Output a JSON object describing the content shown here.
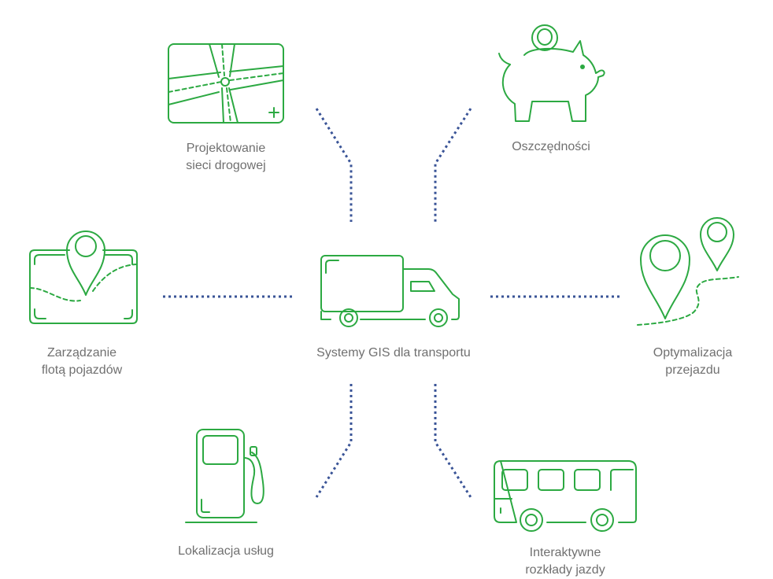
{
  "colors": {
    "accent": "#2ca942",
    "connector": "#3a5497",
    "text": "#707070"
  },
  "center": {
    "label": "Systemy GIS dla transportu",
    "icon": "truck-icon"
  },
  "nodes": [
    {
      "id": "road-network",
      "line1": "Projektowanie",
      "line2": "sieci drogowej",
      "icon": "road-map-icon"
    },
    {
      "id": "savings",
      "line1": "Oszczędności",
      "line2": "",
      "icon": "piggy-bank-icon"
    },
    {
      "id": "fleet",
      "line1": "Zarządzanie",
      "line2": "flotą pojazdów",
      "icon": "map-pin-icon"
    },
    {
      "id": "route",
      "line1": "Optymalizacja",
      "line2": "przejazdu",
      "icon": "route-pins-icon"
    },
    {
      "id": "services",
      "line1": "Lokalizacja usług",
      "line2": "",
      "icon": "fuel-pump-icon"
    },
    {
      "id": "timetables",
      "line1": "Interaktywne",
      "line2": "rozkłady jazdy",
      "icon": "bus-icon"
    }
  ]
}
